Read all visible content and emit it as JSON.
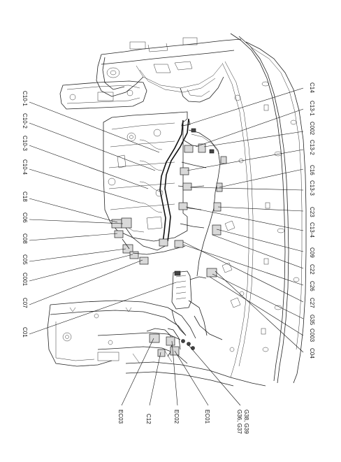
{
  "diagram": {
    "callouts_right": [
      {
        "id": "r1",
        "label": "C14"
      },
      {
        "id": "r2",
        "label": "C13-1"
      },
      {
        "id": "r3",
        "label": "C002"
      },
      {
        "id": "r4",
        "label": "C13-2"
      },
      {
        "id": "r5",
        "label": "C16"
      },
      {
        "id": "r6",
        "label": "C13-3"
      },
      {
        "id": "r7",
        "label": "C23"
      },
      {
        "id": "r8",
        "label": "C13-4"
      },
      {
        "id": "r9",
        "label": "C09"
      },
      {
        "id": "r10",
        "label": "C22"
      },
      {
        "id": "r11",
        "label": "C26"
      },
      {
        "id": "r12",
        "label": "C27"
      },
      {
        "id": "r13",
        "label": "G35"
      },
      {
        "id": "r14",
        "label": "C003"
      },
      {
        "id": "r15",
        "label": "C04"
      }
    ],
    "callouts_left": [
      {
        "id": "l1",
        "label": "C10-1"
      },
      {
        "id": "l2",
        "label": "C10-2"
      },
      {
        "id": "l3",
        "label": "C10-3"
      },
      {
        "id": "l4",
        "label": "C10-4"
      },
      {
        "id": "l5",
        "label": "C18"
      },
      {
        "id": "l6",
        "label": "C06"
      },
      {
        "id": "l7",
        "label": "C08"
      },
      {
        "id": "l8",
        "label": "C05"
      },
      {
        "id": "l9",
        "label": "C001"
      },
      {
        "id": "l10",
        "label": "C07"
      },
      {
        "id": "l11",
        "label": "C01"
      }
    ],
    "callouts_bottom": [
      {
        "id": "b1",
        "label": "EC03"
      },
      {
        "id": "b2",
        "label": "C12"
      },
      {
        "id": "b3",
        "label": "EC02"
      },
      {
        "id": "b4",
        "label": "EC01"
      },
      {
        "id": "b5",
        "label": "G36, G37\nG38, G39"
      }
    ]
  }
}
